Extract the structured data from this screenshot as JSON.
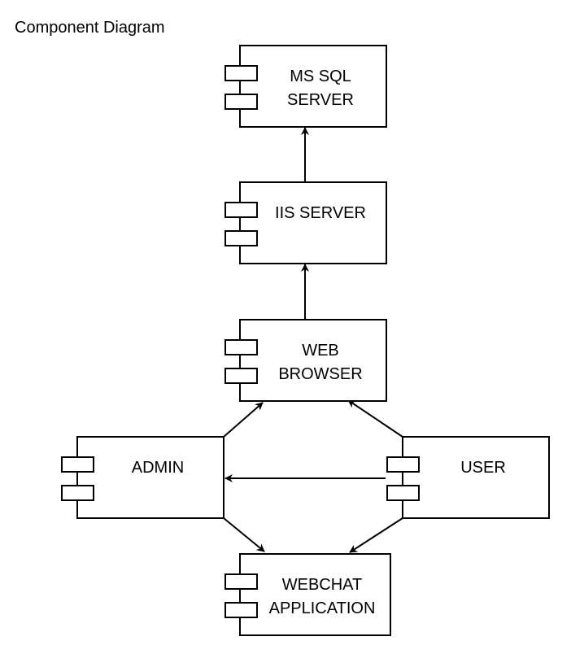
{
  "diagram": {
    "title": "Component Diagram",
    "components": [
      {
        "id": "mssql",
        "label_lines": [
          "MS SQL",
          "SERVER"
        ]
      },
      {
        "id": "iis",
        "label_lines": [
          "IIS SERVER"
        ]
      },
      {
        "id": "browser",
        "label_lines": [
          "WEB",
          "BROWSER"
        ]
      },
      {
        "id": "admin",
        "label_lines": [
          "ADMIN"
        ]
      },
      {
        "id": "user",
        "label_lines": [
          "USER"
        ]
      },
      {
        "id": "webchat",
        "label_lines": [
          "WEBCHAT",
          "APPLICATION"
        ]
      }
    ],
    "connections": [
      {
        "from": "iis",
        "to": "mssql"
      },
      {
        "from": "browser",
        "to": "iis"
      },
      {
        "from": "admin",
        "to": "browser"
      },
      {
        "from": "user",
        "to": "browser"
      },
      {
        "from": "user",
        "to": "admin"
      },
      {
        "from": "admin",
        "to": "webchat"
      },
      {
        "from": "user",
        "to": "webchat"
      }
    ],
    "colors": {
      "stroke": "#000000",
      "fill": "#ffffff",
      "text": "#000000"
    }
  }
}
